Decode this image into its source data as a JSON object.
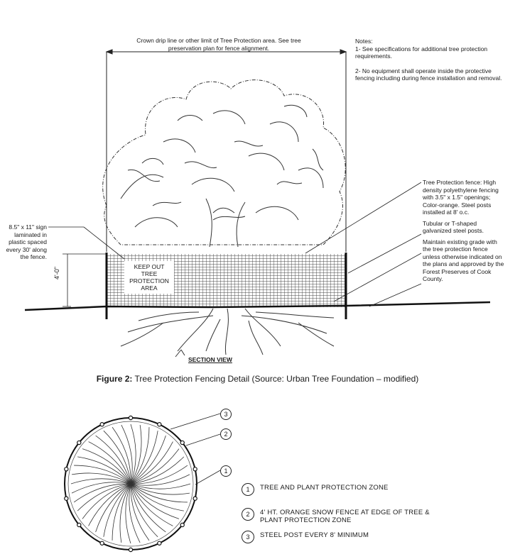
{
  "drip_line_label": "Crown drip line or other limit of Tree Protection area. See tree preservation plan for fence alignment.",
  "notes": {
    "heading": "Notes:",
    "items": [
      "1- See specifications for additional tree protection requirements.",
      "2- No equipment shall operate inside the protective fencing including during fence installation and removal."
    ]
  },
  "fence_notes": [
    "Tree Protection fence: High density polyethylene fencing with 3.5\" x 1.5\" openings; Color-orange. Steel posts installed at 8' o.c.",
    "Tubular or T-shaped galvanized steel posts.",
    "Maintain existing grade with the tree protection fence unless otherwise indicated on the plans and approved by the Forest Preserves of Cook County."
  ],
  "sign_label": "8.5\" x 11\" sign laminated in plastic spaced every 30' along the fence.",
  "fence_height": "4'-0\"",
  "sign_text": [
    "KEEP OUT",
    "TREE",
    "PROTECTION",
    "AREA"
  ],
  "section_view": "SECTION VIEW",
  "caption": {
    "figure": "Figure 2:",
    "text": "Tree Protection Fencing Detail (Source:  Urban Tree Foundation – modified)"
  },
  "callouts": [
    "1",
    "2",
    "3"
  ],
  "legend": [
    {
      "num": "1",
      "text": "TREE AND PLANT PROTECTION ZONE"
    },
    {
      "num": "2",
      "text": "4' HT. ORANGE SNOW FENCE AT EDGE OF TREE & PLANT PROTECTION ZONE"
    },
    {
      "num": "3",
      "text": "STEEL POST EVERY 8' MINIMUM"
    }
  ]
}
